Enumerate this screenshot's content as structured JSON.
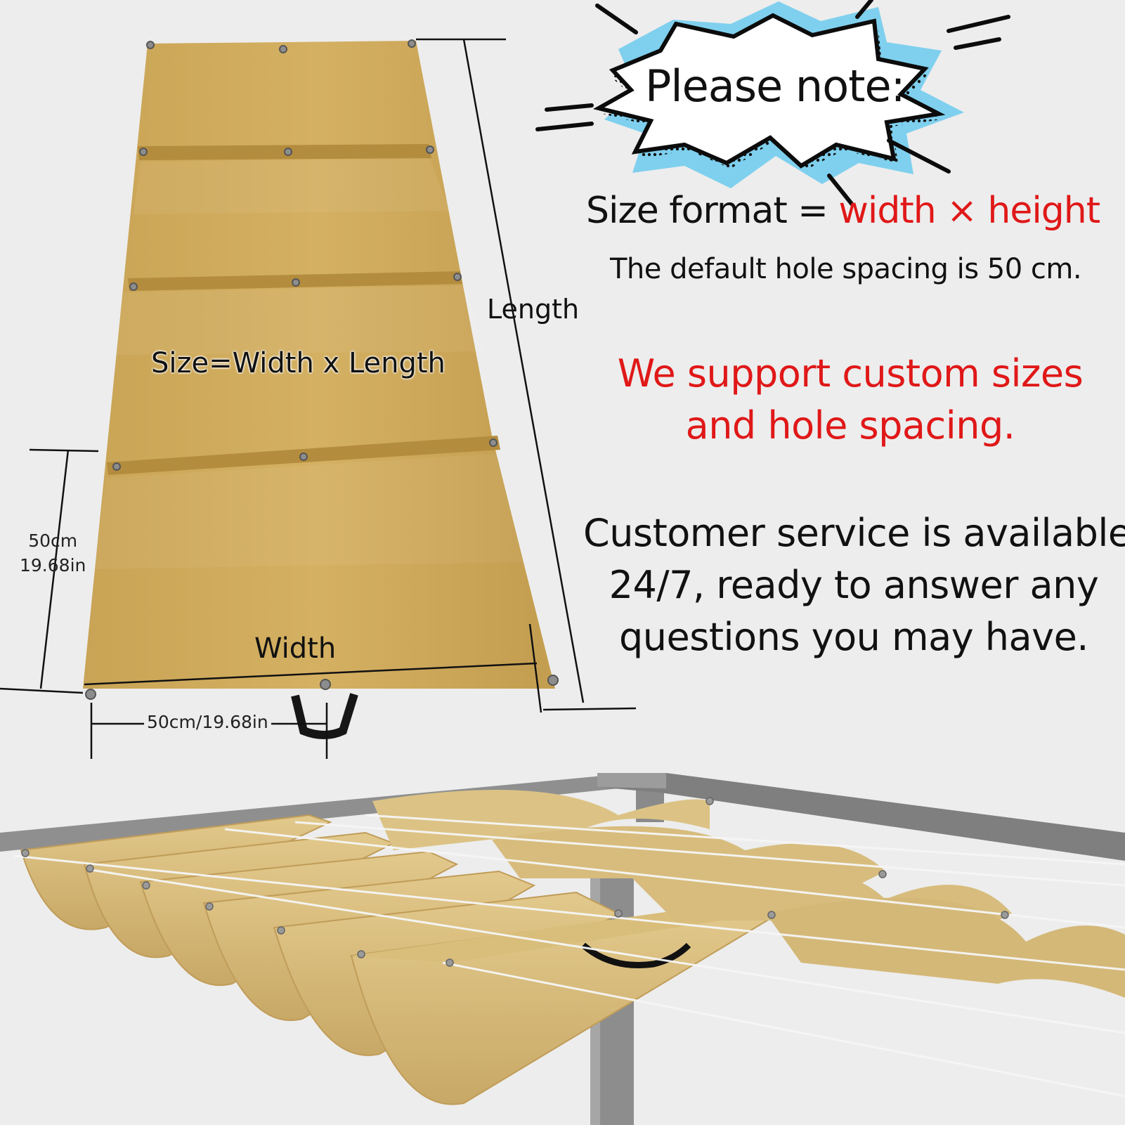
{
  "note": {
    "title": "Please note:",
    "size_format_prefix": "Size format = ",
    "size_format_value": "width × height",
    "hole_spacing": "The default hole spacing is 50 cm.",
    "custom_line1": "We support custom sizes",
    "custom_line2": "and hole spacing.",
    "service_line1": "Customer service is available",
    "service_line2": "24/7, ready to answer any",
    "service_line3": "questions you may have."
  },
  "diagram": {
    "length_label": "Length",
    "size_label": "Size=Width x Length",
    "width_label": "Width",
    "panel_spacing_cm": "50cm",
    "panel_spacing_in": "19.68in",
    "grommet_spacing": "50cm/19.68in"
  },
  "colors": {
    "canvas_fabric": "#d0ac5c",
    "red_text": "#e01818",
    "black_text": "#111111",
    "frame_gray": "#8a8a8a",
    "background": "#ededed"
  }
}
